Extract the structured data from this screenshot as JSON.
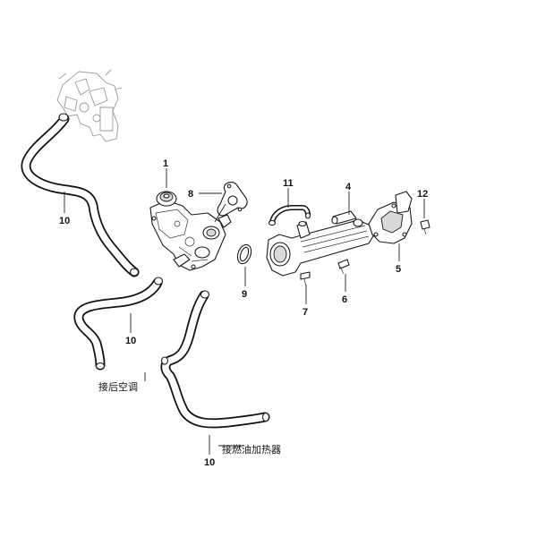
{
  "callouts": [
    {
      "id": "1",
      "label": "1"
    },
    {
      "id": "4",
      "label": "4"
    },
    {
      "id": "5",
      "label": "5"
    },
    {
      "id": "6",
      "label": "6"
    },
    {
      "id": "7",
      "label": "7"
    },
    {
      "id": "8",
      "label": "8"
    },
    {
      "id": "9",
      "label": "9"
    },
    {
      "id": "10a",
      "label": "10"
    },
    {
      "id": "10b",
      "label": "10"
    },
    {
      "id": "10c",
      "label": "10"
    },
    {
      "id": "11",
      "label": "11"
    },
    {
      "id": "12",
      "label": "12"
    }
  ],
  "notes": {
    "rear_ac": "接后空调",
    "fuel_heater": "接燃油加热器"
  },
  "colors": {
    "line": "#111111",
    "ghost": "#9a9a9a",
    "shade": "#d9d9d9"
  }
}
